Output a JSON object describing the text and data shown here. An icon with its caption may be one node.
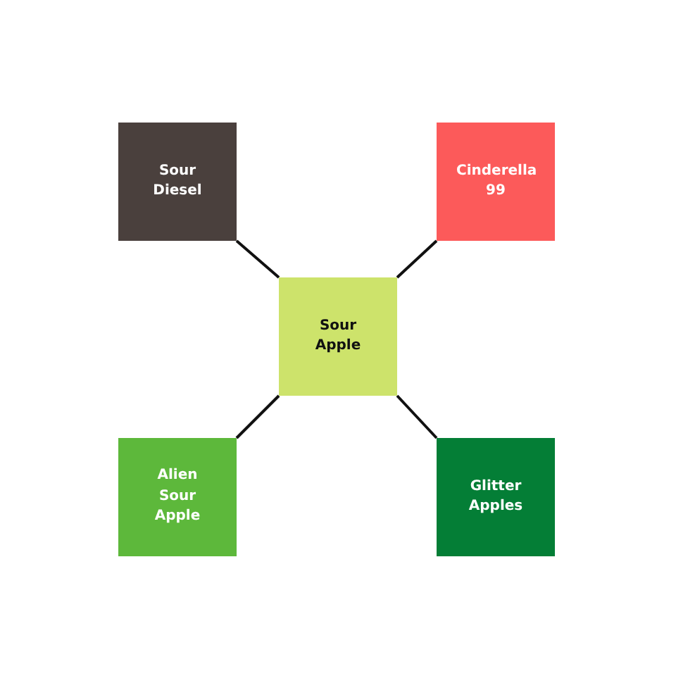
{
  "diagram": {
    "nodes": [
      {
        "text": [
          "Sour Diesel"
        ]
      },
      {
        "text": [
          "Cinderella 99"
        ]
      },
      {
        "text": [
          "Sour Apple"
        ]
      },
      {
        "text": [
          "Alien Sour Apple"
        ]
      },
      {
        "text": [
          "Glitter Apples"
        ]
      }
    ],
    "edges": [
      {
        "from": 2,
        "to": 0,
        "arrow": "none"
      },
      {
        "from": 2,
        "to": 1,
        "arrow": "none"
      },
      {
        "from": 2,
        "to": 3,
        "arrow": "none"
      },
      {
        "from": 2,
        "to": 4,
        "arrow": "none"
      }
    ]
  }
}
